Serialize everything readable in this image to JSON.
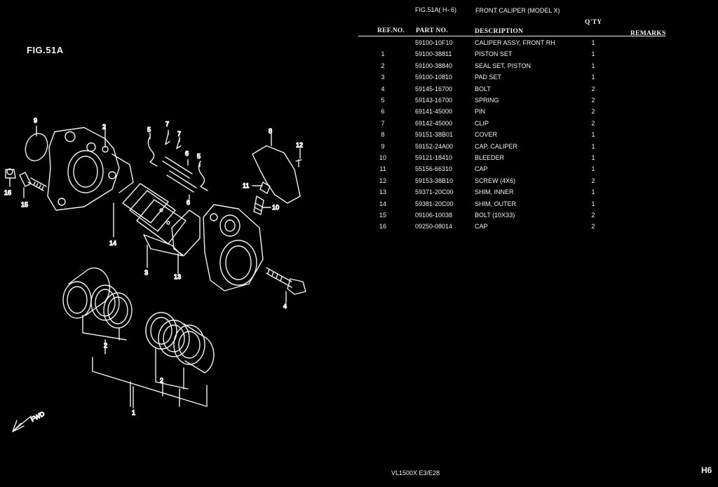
{
  "figure_label": "FIG.51A",
  "header": {
    "fig_ref": "FIG.51A( H- 6)",
    "title": "FRONT CALIPER (MODEL X)",
    "col_ref": "REF.NO.",
    "col_part": "PART NO.",
    "col_desc": "DESCRIPTION",
    "col_qty": "Q'TY",
    "col_remarks": "REMARKS"
  },
  "parts": [
    {
      "ref": "",
      "part": "59100-10F10",
      "desc": "CALIPER ASSY, FRONT RH",
      "qty": "1"
    },
    {
      "ref": "1",
      "part": "59100-38811",
      "desc": "PISTON SET",
      "qty": "1"
    },
    {
      "ref": "2",
      "part": "59100-38840",
      "desc": "SEAL SET, PISTON",
      "qty": "1"
    },
    {
      "ref": "3",
      "part": "59100-10810",
      "desc": "PAD SET",
      "qty": "1"
    },
    {
      "ref": "4",
      "part": "59145-16700",
      "desc": "BOLT",
      "qty": "2"
    },
    {
      "ref": "5",
      "part": "59143-16700",
      "desc": "SPRING",
      "qty": "2"
    },
    {
      "ref": "6",
      "part": "69141-45000",
      "desc": "PIN",
      "qty": "2"
    },
    {
      "ref": "7",
      "part": "69142-45000",
      "desc": "CLIP",
      "qty": "2"
    },
    {
      "ref": "8",
      "part": "59151-38B01",
      "desc": "COVER",
      "qty": "1"
    },
    {
      "ref": "9",
      "part": "59152-24A00",
      "desc": "CAP, CALIPER",
      "qty": "1"
    },
    {
      "ref": "10",
      "part": "59121-18410",
      "desc": "BLEEDER",
      "qty": "1"
    },
    {
      "ref": "11",
      "part": "55156-66310",
      "desc": "CAP",
      "qty": "1"
    },
    {
      "ref": "12",
      "part": "59153-38B10",
      "desc": "SCREW (4X6)",
      "qty": "2"
    },
    {
      "ref": "13",
      "part": "59371-20C00",
      "desc": "SHIM, INNER",
      "qty": "1"
    },
    {
      "ref": "14",
      "part": "59381-20C00",
      "desc": "SHIM, OUTER",
      "qty": "1"
    },
    {
      "ref": "15",
      "part": "09106-10038",
      "desc": "BOLT (10X33)",
      "qty": "2"
    },
    {
      "ref": "16",
      "part": "09250-08014",
      "desc": "CAP",
      "qty": "2"
    }
  ],
  "diagram": {
    "callouts": [
      "9",
      "2",
      "5",
      "7",
      "7",
      "6",
      "5",
      "8",
      "12",
      "16",
      "15",
      "11",
      "10",
      "6",
      "14",
      "3",
      "13",
      "4",
      "2",
      "2",
      "1"
    ],
    "fwd": "FWD"
  },
  "footer": "VL1500X  E3/E28",
  "page_tag": "H6"
}
